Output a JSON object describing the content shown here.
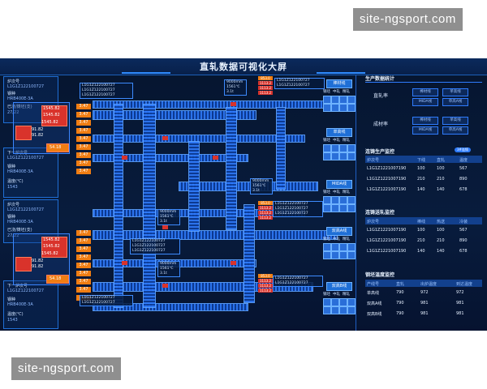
{
  "watermarks": {
    "top": "site-ngsport.com",
    "bottom": "site-ngsport.com"
  },
  "window": {
    "title": "直轧数据可视化大屏"
  },
  "left_panels": {
    "top": {
      "heat_no_label": "炉次号",
      "heat_no": "L1G1Z122100727",
      "grade_label": "钢种",
      "grade": "HRB400E-3A",
      "count_label": "已浇/铸坯(支)",
      "count": "27/22"
    },
    "mid": {
      "heat_no_label": "下一炉次号",
      "heat_no": "L1G1Z122100727",
      "grade_label": "钢种",
      "grade": "HRB400E-3A",
      "temp_label": "温度(℃)",
      "temp": "1543"
    },
    "lower": {
      "heat_no_label": "炉次号",
      "heat_no": "L1G1Z122100727",
      "grade_label": "钢种",
      "grade": "HRB400E-3A",
      "count_label": "已浇/铸坯(支)",
      "count": "27/22"
    },
    "bottom": {
      "heat_no_label": "下一炉次号",
      "heat_no": "L1G1Z122100727",
      "grade_label": "钢种",
      "grade": "HRB400E-3A",
      "temp_label": "温度(℃)",
      "temp": "1543"
    }
  },
  "furnaces": [
    {
      "v1": "1545.82",
      "v2": "1545.82",
      "v3": "91.82",
      "v4": "91.82",
      "v5": "1545.82",
      "tag": "54.18"
    },
    {
      "v1": "1545.82",
      "v2": "1545.82",
      "v3": "91.82",
      "v4": "91.82",
      "v5": "1545.82",
      "tag": "54.18"
    }
  ],
  "stack_values": [
    "3.47",
    "3.47",
    "3.47",
    "3.47",
    "3.47",
    "3.47",
    "3.47",
    "3.47",
    "3.47",
    "3.47",
    "3.47",
    "3.47",
    "3.47",
    "3.47",
    "3.47",
    "3.47",
    "3.47",
    "3.47"
  ],
  "info_boxes": [
    {
      "l1": "L1G1Z122100727",
      "l2": "L1G1Z122100727",
      "l3": "L1G1Z122100727"
    },
    {
      "l1": "L1G1Z122100727",
      "l2": "L1G1Z122100727"
    },
    {
      "l1": "9000mm",
      "l2": "1561℃",
      "l3": "3.1t"
    },
    {
      "l1": "9000mm",
      "l2": "1561℃",
      "l3": "3.1t"
    },
    {
      "l1": "9000mm",
      "l2": "1561℃",
      "l3": "3.1t"
    },
    {
      "l1": "9000mm",
      "l2": "1561℃",
      "l3": "3.1t"
    },
    {
      "l1": "L1G1Z122100727",
      "l2": "L1G1Z122100727",
      "l3": "L1G1Z122100727"
    },
    {
      "l1": "L1G1Z122100727",
      "l2": "L1G1Z122100727"
    },
    {
      "l1": "L1G1Z122100727",
      "l2": "L1G1Z122100727"
    },
    {
      "l1": "L1G1Z122100727",
      "l2": "L1G1Z122100727",
      "l3": "L1G1Z122100727"
    }
  ],
  "stack_rows": [
    "853.0",
    "1113.2",
    "1113.2",
    "1113.2"
  ],
  "line_tags": [
    "棒材线",
    "单高线",
    "MIDA线",
    "双高A线",
    "双高B线"
  ],
  "line_opts": [
    "钢坯",
    "中轧",
    "精轧"
  ],
  "right_panel": {
    "prod_title": "生产数据统计",
    "direct_label": "直轧率",
    "yield_label": "成材率",
    "direct_boxes": [
      "棒材线",
      "单高线",
      "MIDA线",
      "单高A线"
    ],
    "yield_boxes": [
      "棒材线",
      "单高线",
      "MIDA线",
      "单高A线"
    ],
    "caster_title": "连铸生产监控",
    "caster_pill": "3#连铸",
    "caster_headers": [
      "炉次号",
      "下线",
      "直轧",
      "温度"
    ],
    "caster_rows": [
      [
        "L1G1Z1221007190",
        "100",
        "100",
        "567"
      ],
      [
        "L1G1Z1221007190",
        "210",
        "210",
        "890"
      ],
      [
        "L1G1Z1221007190",
        "140",
        "140",
        "678"
      ]
    ],
    "send_title": "连铸送轧监控",
    "send_headers": [
      "炉次号",
      "棒线",
      "热送",
      "冷装"
    ],
    "send_rows": [
      [
        "L1G1Z1221007190",
        "100",
        "100",
        "567"
      ],
      [
        "L1G1Z1221007190",
        "210",
        "210",
        "890"
      ],
      [
        "L1G1Z1221007190",
        "140",
        "140",
        "678"
      ]
    ],
    "temp_title": "钢坯温度监控",
    "temp_headers": [
      "产线号",
      "直轧",
      "出炉温度",
      "到达温度"
    ],
    "temp_rows": [
      [
        "单高线",
        "790",
        "972",
        "972"
      ],
      [
        "双高A线",
        "790",
        "981",
        "981"
      ],
      [
        "双高B线",
        "790",
        "981",
        "981"
      ]
    ]
  },
  "colors": {
    "accent": "#2f7cff",
    "hot": "#d9332b",
    "orange": "#f07d12",
    "bg": "#06152f"
  }
}
